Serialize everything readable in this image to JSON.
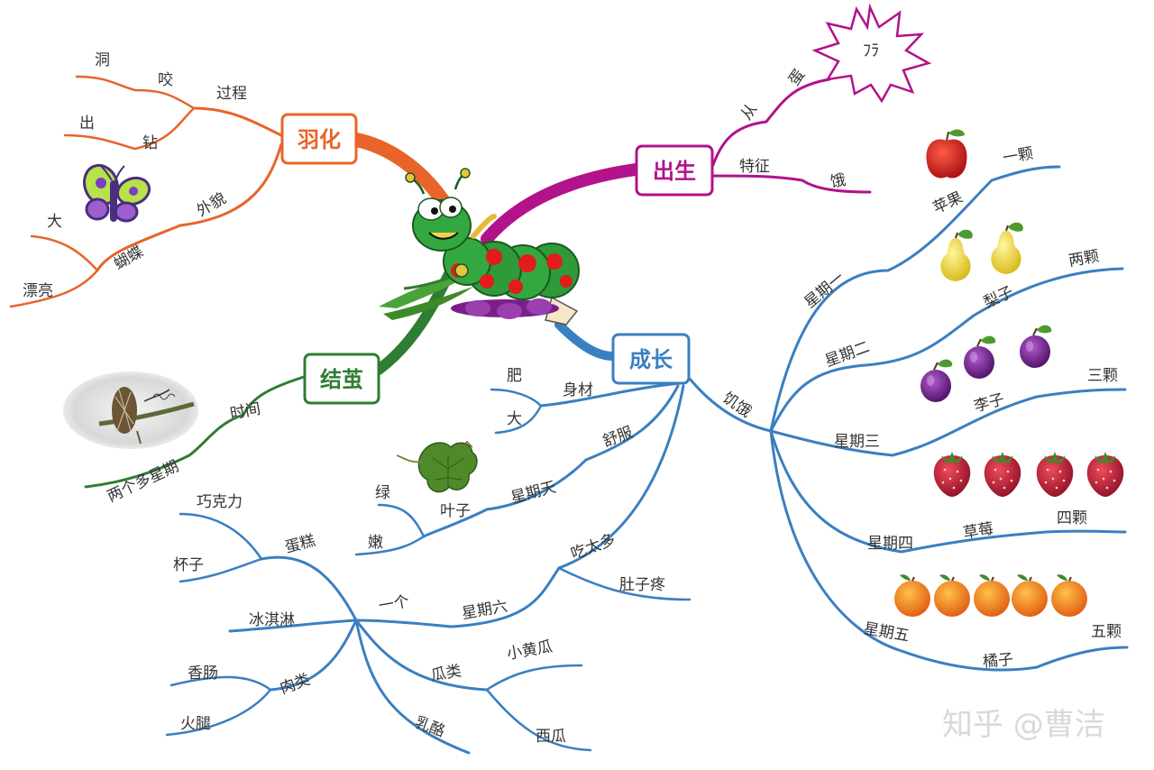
{
  "colors": {
    "orange": "#e8642a",
    "magenta": "#b2128a",
    "green": "#2f7d32",
    "blue": "#3a7fc1",
    "text": "#333333"
  },
  "center_image": "caterpillar",
  "branches": {
    "yuhua": {
      "title": "羽化",
      "guocheng": "过程",
      "dong": "洞",
      "yao": "咬",
      "chu": "出",
      "zuan": "钻",
      "waimao": "外貌",
      "hudie": "蝴蝶",
      "da": "大",
      "piaoliang": "漂亮"
    },
    "chusheng": {
      "title": "出生",
      "cong": "从",
      "dan": "蛋",
      "burst_text": "ﾌﾗ",
      "tezheng": "特征",
      "e": "饿"
    },
    "jiejian": {
      "title": "结茧",
      "shijian": "时间",
      "liangge": "两个多星期"
    },
    "chengzhang": {
      "title": "成长",
      "shencai": "身材",
      "fei": "肥",
      "da": "大",
      "shufu": "舒服",
      "xingqitian": "星期天",
      "yezi": "叶子",
      "lv": "绿",
      "nen": "嫩",
      "chitaiduo": "吃太多",
      "duzi": "肚子疼",
      "xingqiliu": "星期六",
      "yige": "一个",
      "dangao": "蛋糕",
      "qiaokeli": "巧克力",
      "beizi": "杯子",
      "bingqilin": "冰淇淋",
      "roulei": "肉类",
      "xiangchang": "香肠",
      "huotui": "火腿",
      "gualei": "瓜类",
      "xiaohuanggua": "小黄瓜",
      "xigua": "西瓜",
      "rulao": "乳酪",
      "ji_e": "饥饿",
      "xingqiyi": "星期一",
      "pingguo": "苹果",
      "yike": "一颗",
      "xingqier": "星期二",
      "lizi_pear": "梨子",
      "liangke": "两颗",
      "xingqisan": "星期三",
      "lizi_plum": "李子",
      "sanke": "三颗",
      "xingqisi": "星期四",
      "caomei": "草莓",
      "sike": "四颗",
      "xingqiwu": "星期五",
      "juzi": "橘子",
      "wuke": "五颗"
    }
  },
  "watermark": "知乎 @曹洁"
}
